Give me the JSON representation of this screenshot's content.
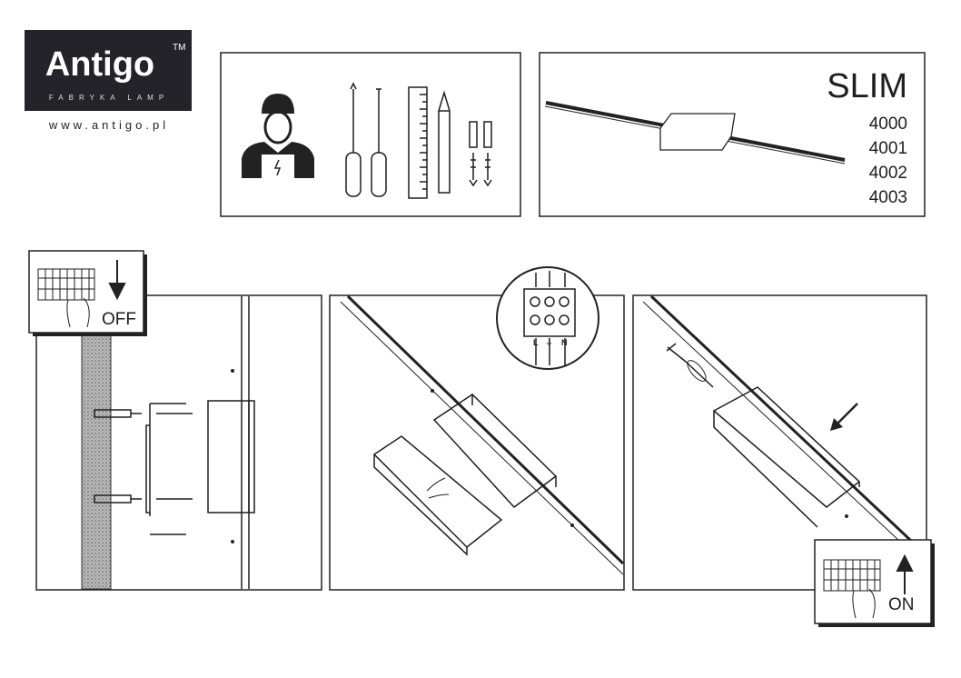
{
  "logo": {
    "brand": "Antigo",
    "trademark": "TM",
    "tagline": "FABRYKA LAMP",
    "website": "www.antigo.pl"
  },
  "product": {
    "name": "SLIM",
    "codes": [
      "4000",
      "4001",
      "4002",
      "4003"
    ]
  },
  "steps": {
    "power_off_label": "OFF",
    "power_on_label": "ON",
    "connector_labels": {
      "live": "L",
      "earth": "⏚",
      "neutral": "N"
    }
  },
  "colors": {
    "logo_background": "#25232a",
    "line": "#1e1e1e"
  }
}
